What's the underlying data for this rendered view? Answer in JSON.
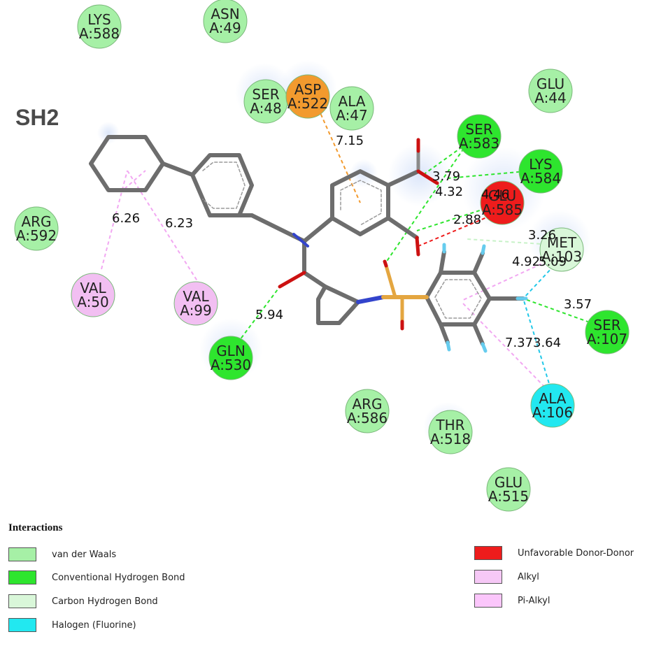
{
  "panel_label": "SH2",
  "residues": [
    {
      "id": "lys588",
      "line1": "LYS",
      "line2": "A:588",
      "type": "vdw"
    },
    {
      "id": "asn49",
      "line1": "ASN",
      "line2": "A:49",
      "type": "vdw"
    },
    {
      "id": "ser48",
      "line1": "SER",
      "line2": "A:48",
      "type": "vdw"
    },
    {
      "id": "asp522",
      "line1": "ASP",
      "line2": "A:522",
      "type": "charge"
    },
    {
      "id": "ala47",
      "line1": "ALA",
      "line2": "A:47",
      "type": "vdw"
    },
    {
      "id": "glu44",
      "line1": "GLU",
      "line2": "A:44",
      "type": "vdw"
    },
    {
      "id": "ser583",
      "line1": "SER",
      "line2": "A:583",
      "type": "hbond"
    },
    {
      "id": "lys584",
      "line1": "LYS",
      "line2": "A:584",
      "type": "hbond"
    },
    {
      "id": "glu585",
      "line1": "GLU",
      "line2": "A:585",
      "type": "unfav"
    },
    {
      "id": "met103",
      "line1": "MET",
      "line2": "A:103",
      "type": "chbond"
    },
    {
      "id": "arg592",
      "line1": "ARG",
      "line2": "A:592",
      "type": "vdw"
    },
    {
      "id": "val50",
      "line1": "VAL",
      "line2": "A:50",
      "type": "alkyl"
    },
    {
      "id": "val99",
      "line1": "VAL",
      "line2": "A:99",
      "type": "alkyl"
    },
    {
      "id": "gln530",
      "line1": "GLN",
      "line2": "A:530",
      "type": "hbond"
    },
    {
      "id": "ser107",
      "line1": "SER",
      "line2": "A:107",
      "type": "hbond"
    },
    {
      "id": "ala106",
      "line1": "ALA",
      "line2": "A:106",
      "type": "halogen"
    },
    {
      "id": "arg586",
      "line1": "ARG",
      "line2": "A:586",
      "type": "vdw"
    },
    {
      "id": "thr518",
      "line1": "THR",
      "line2": "A:518",
      "type": "vdw"
    },
    {
      "id": "glu515",
      "line1": "GLU",
      "line2": "A:515",
      "type": "vdw"
    }
  ],
  "distances": [
    {
      "id": "d-7-15",
      "text": "7.15"
    },
    {
      "id": "d-3-79",
      "text": "3.79"
    },
    {
      "id": "d-4-32",
      "text": "4.32"
    },
    {
      "id": "d-4-46",
      "text": "4.46"
    },
    {
      "id": "d-2-88",
      "text": "2.88"
    },
    {
      "id": "d-3-26",
      "text": "3.26"
    },
    {
      "id": "d-4-92",
      "text": "4.92"
    },
    {
      "id": "d-5-09",
      "text": "5.09"
    },
    {
      "id": "d-3-57",
      "text": "3.57"
    },
    {
      "id": "d-7-37",
      "text": "7.37"
    },
    {
      "id": "d-3-64",
      "text": "3.64"
    },
    {
      "id": "d-6-26",
      "text": "6.26"
    },
    {
      "id": "d-6-23",
      "text": "6.23"
    },
    {
      "id": "d-5-94",
      "text": "5.94"
    }
  ],
  "colors": {
    "vdw": "#a6f0a6",
    "hbond": "#2ee52e",
    "chbond": "#d9f7d9",
    "halogen": "#22e8f0",
    "unfav": "#ee1c1c",
    "alkyl": "#f2bff2",
    "pialkyl": "#fbc6fb",
    "charge": "#f29a2e"
  },
  "legend": {
    "title": "Interactions",
    "items": [
      {
        "id": "vdw",
        "label": "van der Waals",
        "color": "#a6f0a6"
      },
      {
        "id": "hbond",
        "label": "Conventional Hydrogen Bond",
        "color": "#2ee52e"
      },
      {
        "id": "chbond",
        "label": "Carbon Hydrogen Bond",
        "color": "#d9f7d9"
      },
      {
        "id": "halogen",
        "label": "Halogen (Fluorine)",
        "color": "#22e8f0"
      },
      {
        "id": "unfav",
        "label": "Unfavorable Donor-Donor",
        "color": "#ee1c1c"
      },
      {
        "id": "alkyl",
        "label": "Alkyl",
        "color": "#f6c8f6"
      },
      {
        "id": "pialkyl",
        "label": "Pi-Alkyl",
        "color": "#fbc6fb"
      }
    ]
  }
}
